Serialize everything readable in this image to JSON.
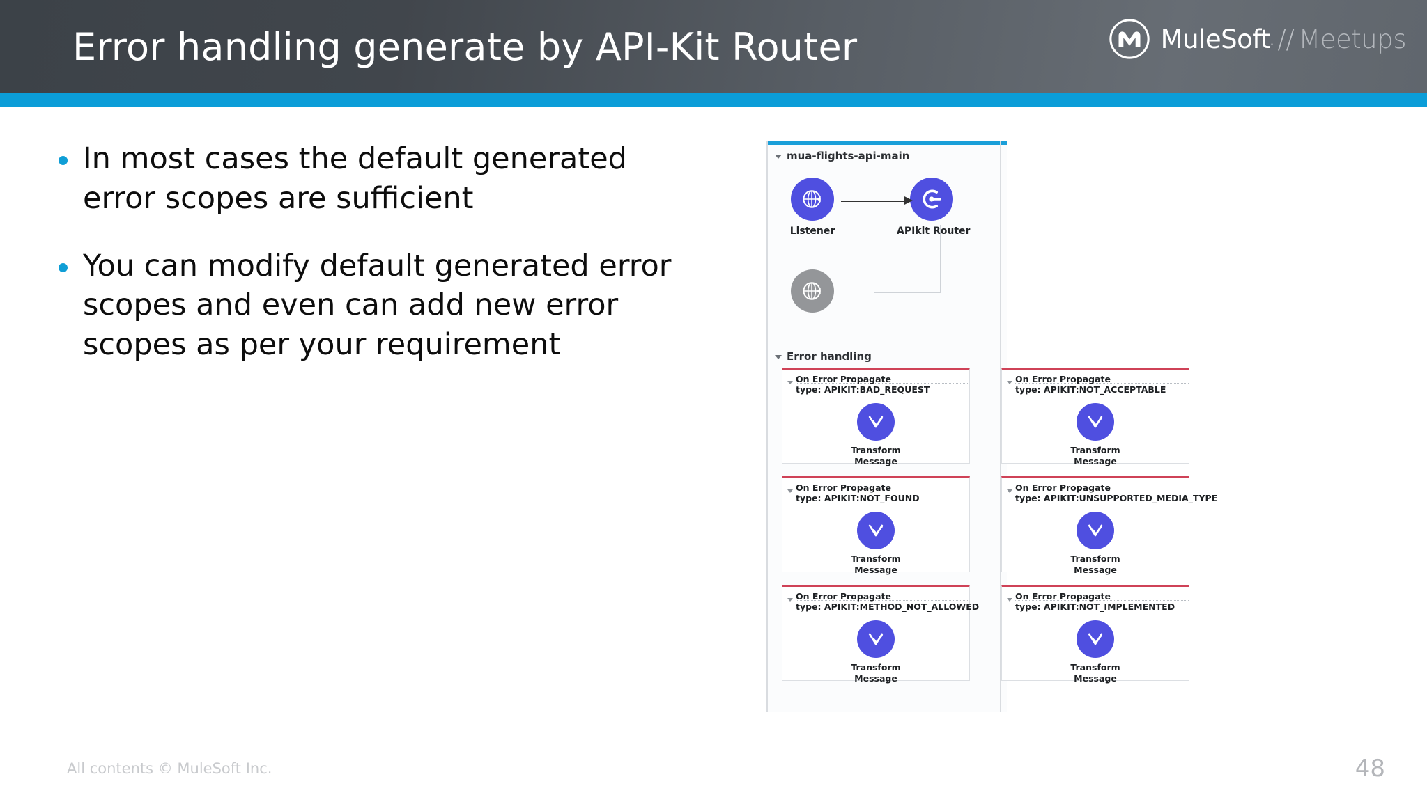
{
  "slide": {
    "title": "Error handling generate by API-Kit Router",
    "page_number": "48",
    "footer": "All contents © MuleSoft Inc.",
    "accent_color": "#0b9dd8",
    "header_gradient_from": "#3c4248",
    "header_gradient_to": "#60666d"
  },
  "logo": {
    "mark": "mulesoft-m-icon",
    "brand": "MuleSoft",
    "registered": "·",
    "separator": "//",
    "product": "Meetups"
  },
  "bullets": [
    {
      "text": "In most cases the default generated error scopes are sufficient",
      "marker": "bullet-dot"
    },
    {
      "text": "You can modify default generated error scopes and even can add new error scopes as per your requirement",
      "marker": "bullet-dot"
    }
  ],
  "diagram": {
    "flow_name": "mua-flights-api-main",
    "error_section_label": "Error handling",
    "nodes": [
      {
        "id": "listener",
        "label": "Listener",
        "icon": "globe-listener-icon",
        "color": "#4f4fe0"
      },
      {
        "id": "apikit-router",
        "label": "APIkit Router",
        "icon": "apikit-router-icon",
        "color": "#4f4fe0"
      },
      {
        "id": "response",
        "label": "",
        "icon": "globe-response-icon",
        "color": "#949699"
      }
    ],
    "error_scopes": [
      {
        "title": "On Error Propagate",
        "type": "type: APIKIT:BAD_REQUEST",
        "component": "Transform\nMessage",
        "component_line1": "Transform",
        "component_line2": "Message",
        "icon": "transform-message-icon",
        "accent": "#cf4257"
      },
      {
        "title": "On Error Propagate",
        "type": "type: APIKIT:NOT_ACCEPTABLE",
        "component_line1": "Transform",
        "component_line2": "Message",
        "icon": "transform-message-icon",
        "accent": "#cf4257"
      },
      {
        "title": "On Error Propagate",
        "type": "type: APIKIT:NOT_FOUND",
        "component_line1": "Transform",
        "component_line2": "Message",
        "icon": "transform-message-icon",
        "accent": "#cf4257"
      },
      {
        "title": "On Error Propagate",
        "type": "type: APIKIT:UNSUPPORTED_MEDIA_TYPE",
        "component_line1": "Transform",
        "component_line2": "Message",
        "icon": "transform-message-icon",
        "accent": "#cf4257"
      },
      {
        "title": "On Error Propagate",
        "type": "type: APIKIT:METHOD_NOT_ALLOWED",
        "component_line1": "Transform",
        "component_line2": "Message",
        "icon": "transform-message-icon",
        "accent": "#cf4257"
      },
      {
        "title": "On Error Propagate",
        "type": "type: APIKIT:NOT_IMPLEMENTED",
        "component_line1": "Transform",
        "component_line2": "Message",
        "icon": "transform-message-icon",
        "accent": "#cf4257"
      }
    ]
  }
}
